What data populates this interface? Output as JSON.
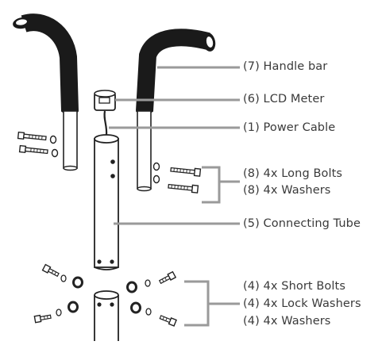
{
  "labels": {
    "handle_bar": "(7) Handle bar",
    "lcd_meter": "(6) LCD Meter",
    "power_cable": "(1) Power Cable",
    "long_bolts": "(8) 4x Long Bolts",
    "long_washers": "(8) 4x Washers",
    "connecting_tube": "(5) Connecting Tube",
    "short_bolts": "(4) 4x Short Bolts",
    "lock_washers": "(4) 4x Lock Washers",
    "short_washers": "(4) 4x Washers"
  },
  "colors": {
    "foam": "#1a1a1a",
    "line": "#222222",
    "leader": "#9a9a9a",
    "text": "#3a3a3a"
  }
}
